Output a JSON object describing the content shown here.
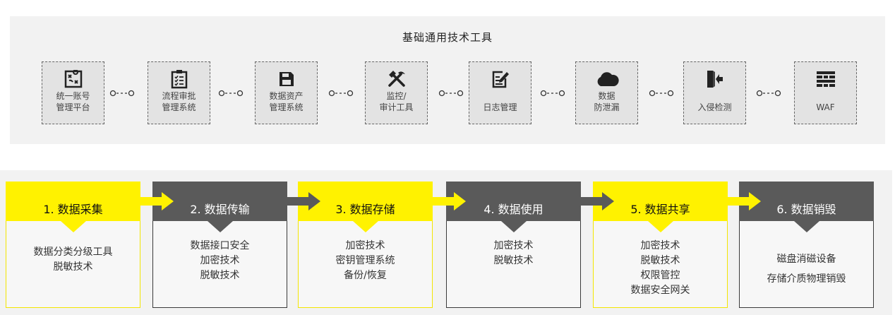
{
  "colors": {
    "accent_yellow": "#fff200",
    "dark_grey": "#5a5a5a",
    "panel_bg": "#f2f2f2",
    "tool_bg": "#e3e3e3"
  },
  "tools_section": {
    "title": "基础通用技术工具",
    "tools": [
      {
        "label": "统一账号\n管理平台",
        "icon": "account-map-icon"
      },
      {
        "label": "流程审批\n管理系统",
        "icon": "clipboard-checklist-icon"
      },
      {
        "label": "数据资产\n管理系统",
        "icon": "floppy-disk-icon"
      },
      {
        "label": "监控/\n审计工具",
        "icon": "hammer-pick-icon"
      },
      {
        "label": "日志管理",
        "icon": "edit-document-icon"
      },
      {
        "label": "数据\n防泄漏",
        "icon": "cloud-icon"
      },
      {
        "label": "入侵检测",
        "icon": "door-enter-icon"
      },
      {
        "label": "WAF",
        "icon": "brick-wall-icon"
      }
    ]
  },
  "lifecycle": {
    "stages": [
      {
        "title": "1. 数据采集",
        "style": "yellow",
        "items": [
          "数据分类分级工具",
          "脱敏技术"
        ]
      },
      {
        "title": "2. 数据传输",
        "style": "dark",
        "items": [
          "数据接口安全",
          "加密技术",
          "脱敏技术"
        ]
      },
      {
        "title": "3. 数据存储",
        "style": "yellow",
        "items": [
          "加密技术",
          "密钥管理系统",
          "备份/恢复"
        ]
      },
      {
        "title": "4. 数据使用",
        "style": "dark",
        "items": [
          "加密技术",
          "脱敏技术"
        ]
      },
      {
        "title": "5. 数据共享",
        "style": "yellow",
        "items": [
          "加密技术",
          "脱敏技术",
          "权限管控",
          "数据安全网关"
        ]
      },
      {
        "title": "6. 数据销毁",
        "style": "dark",
        "items": [
          "磁盘消磁设备",
          "存储介质物理销毁"
        ]
      }
    ]
  }
}
